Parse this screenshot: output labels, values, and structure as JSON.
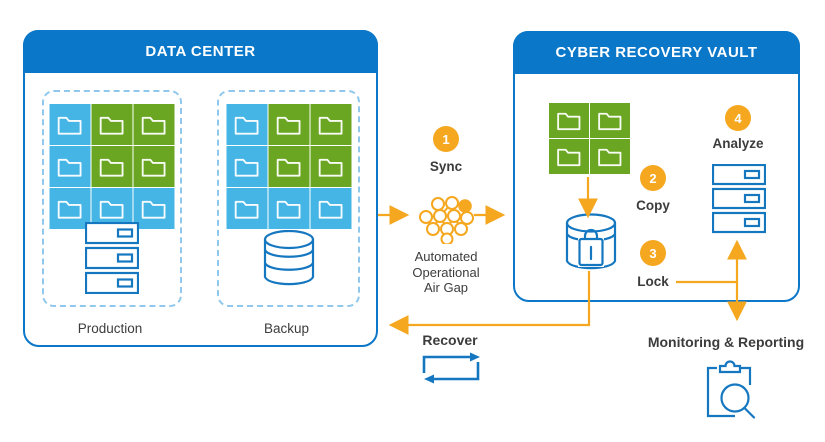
{
  "colors": {
    "brand_blue": "#0b77c8",
    "icon_blue": "#1577c0",
    "folder_blue": "#45b5e6",
    "folder_green": "#6aa622",
    "orange": "#f5a71f",
    "text": "#3c3c3c"
  },
  "data_center": {
    "title": "DATA CENTER",
    "zones": [
      {
        "label": "Production",
        "icon": "server-stack-icon",
        "grid": [
          [
            "blue",
            "green",
            "green"
          ],
          [
            "blue",
            "green",
            "green"
          ],
          [
            "blue",
            "blue",
            "blue"
          ]
        ]
      },
      {
        "label": "Backup",
        "icon": "database-icon",
        "grid": [
          [
            "blue",
            "green",
            "green"
          ],
          [
            "blue",
            "green",
            "green"
          ],
          [
            "blue",
            "blue",
            "blue"
          ]
        ]
      }
    ]
  },
  "vault": {
    "title": "CYBER RECOVERY VAULT",
    "grid": [
      [
        "green",
        "green"
      ],
      [
        "green",
        "green"
      ]
    ]
  },
  "flow": {
    "steps": [
      {
        "num": "1",
        "label": "Sync"
      },
      {
        "num": "2",
        "label": "Copy"
      },
      {
        "num": "3",
        "label": "Lock"
      },
      {
        "num": "4",
        "label": "Analyze"
      }
    ],
    "air_gap_caption": "Automated\nOperational\nAir Gap",
    "recover_label": "Recover",
    "monitoring_label": "Monitoring & Reporting"
  }
}
